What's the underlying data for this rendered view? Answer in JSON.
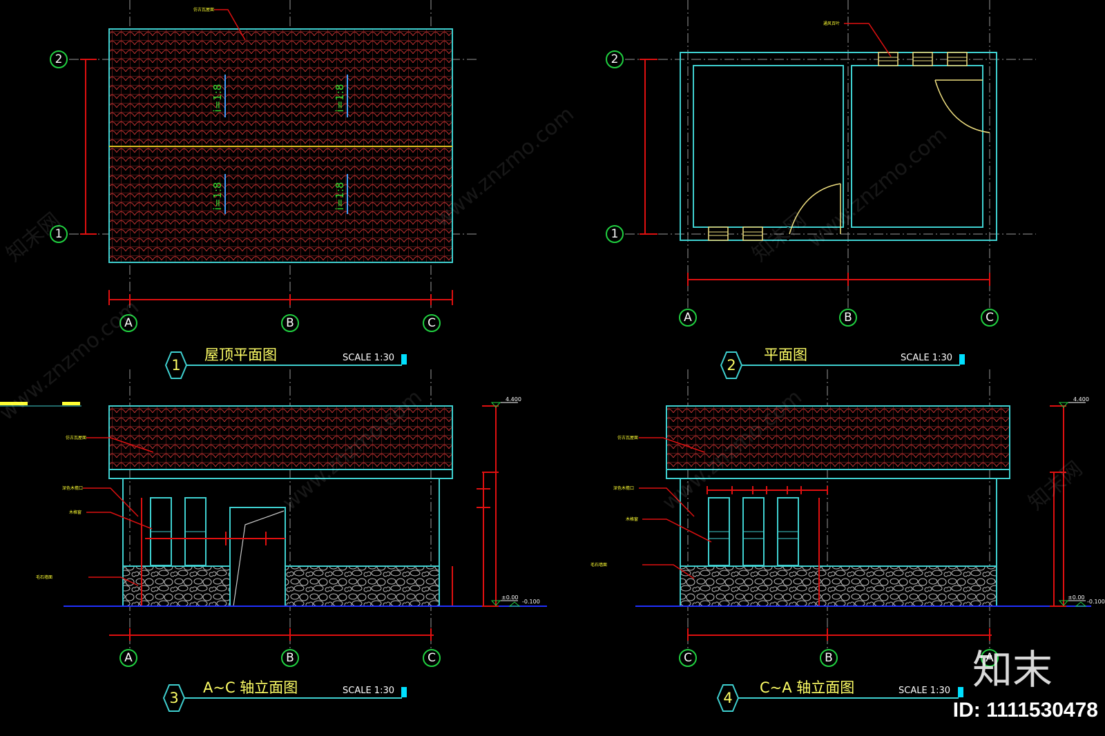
{
  "drawings": [
    {
      "number": "1",
      "title": "屋顶平面图",
      "scale": "SCALE  1:30"
    },
    {
      "number": "2",
      "title": "平面图",
      "scale": "SCALE  1:30"
    },
    {
      "number": "3",
      "title": "A~C 轴立面图",
      "scale": "SCALE  1:30"
    },
    {
      "number": "4",
      "title": "C~A 轴立面图",
      "scale": "SCALE  1:30"
    }
  ],
  "axes": {
    "a": "A",
    "b": "B",
    "c": "C",
    "one": "1",
    "two": "2"
  },
  "slope_labels": [
    "i=1:8",
    "i=1:8",
    "i=1:8",
    "i=1:8"
  ],
  "notes": {
    "roof_material": "仿古瓦屋面",
    "vent": "通风百叶",
    "fascia": "深色木檐口",
    "window": "木格窗",
    "stone_base": "毛石墙面"
  },
  "elevations": {
    "top": "4.400",
    "zero": "±0.00",
    "minus": "-0.100"
  },
  "watermark": {
    "site": "www.znzmo.com",
    "brand": "知末网"
  },
  "footer": {
    "logo": "知末",
    "id": "ID: 1111530478"
  },
  "colors": {
    "background": "#000000",
    "wall": "#3fd0d0",
    "dimension": "#e01010",
    "roof_tile": "#c03030",
    "title": "#ffff66",
    "ground": "#2030ff"
  }
}
